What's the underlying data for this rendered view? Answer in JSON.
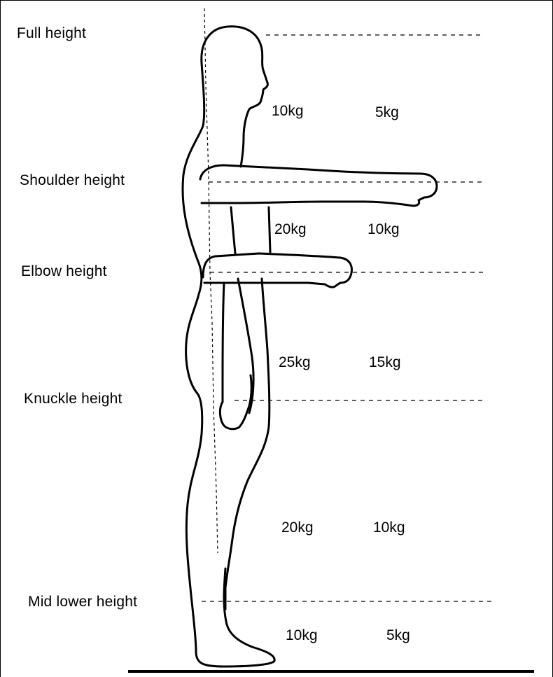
{
  "height_labels": {
    "full": "Full height",
    "shoulder": "Shoulder height",
    "elbow": "Elbow height",
    "knuckle": "Knuckle height",
    "mid_lower": "Mid lower height"
  },
  "zones": [
    {
      "zone": "full-to-shoulder",
      "near": "10kg",
      "far": "5kg"
    },
    {
      "zone": "shoulder-to-elbow",
      "near": "20kg",
      "far": "10kg"
    },
    {
      "zone": "elbow-to-knuckle",
      "near": "25kg",
      "far": "15kg"
    },
    {
      "zone": "knuckle-to-mid-lower",
      "near": "20kg",
      "far": "10kg"
    },
    {
      "zone": "mid-lower-to-floor",
      "near": "10kg",
      "far": "5kg"
    }
  ],
  "colors": {
    "line": "#000000",
    "background": "#ffffff"
  }
}
